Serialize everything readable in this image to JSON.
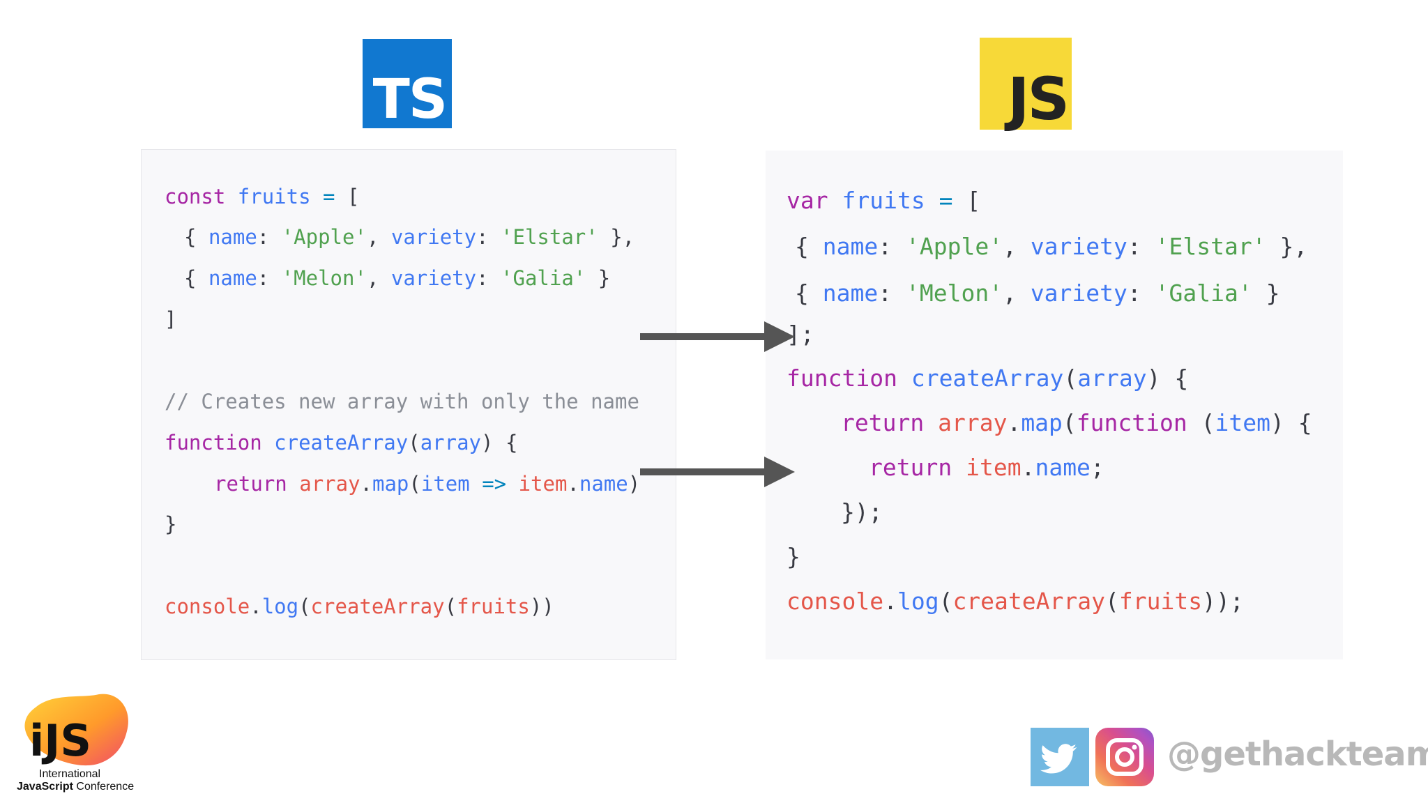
{
  "logos": {
    "ts": "TS",
    "js": "JS",
    "conference_line1": "International",
    "conference_line2_bold": "JavaScript",
    "conference_line2_rest": " Conference",
    "conference_mark": "iJS"
  },
  "social": {
    "handle": "@gethackteam",
    "icons": [
      "twitter-icon",
      "instagram-icon"
    ]
  },
  "colors": {
    "ts_blue": "#1178d0",
    "js_yellow": "#f7d938",
    "keyword": "#a626a4",
    "identifier": "#4078f2",
    "string": "#50a14f",
    "variable": "#e45649",
    "comment": "#8a8e96",
    "arrow": "#555555"
  },
  "ts_code": {
    "l1": {
      "kw": "const",
      "id": "fruits",
      "op": "=",
      "p": "["
    },
    "l2": {
      "o": "{",
      "k1": "name",
      "c1": ":",
      "s1": "'Apple'",
      "cm": ",",
      "k2": "variety",
      "c2": ":",
      "s2": "'Elstar'",
      "e": "},"
    },
    "l3": {
      "o": "{",
      "k1": "name",
      "c1": ":",
      "s1": "'Melon'",
      "cm": ",",
      "k2": "variety",
      "c2": ":",
      "s2": "'Galia'",
      "e": "}"
    },
    "l4": {
      "p": "]"
    },
    "l5": {
      "comment": "// Creates new array with only the name"
    },
    "l6": {
      "kw": "function",
      "fn": "createArray",
      "po": "(",
      "arg": "array",
      "pc": ")",
      "b": "{"
    },
    "l7": {
      "kw": "return",
      "v": "array",
      "dot": ".",
      "m": "map",
      "po": "(",
      "a": "item",
      "op": "=>",
      "v2": "item",
      "dot2": ".",
      "prop": "name",
      "pc": ")"
    },
    "l8": {
      "p": "}"
    },
    "l9": {
      "v": "console",
      "dot": ".",
      "m": "log",
      "po": "(",
      "fn": "createArray",
      "po2": "(",
      "arg": "fruits",
      "pc": "))"
    }
  },
  "js_code": {
    "l1": {
      "kw": "var",
      "id": "fruits",
      "op": "=",
      "p": "["
    },
    "l2": {
      "o": "{",
      "k1": "name",
      "c1": ":",
      "s1": "'Apple'",
      "cm": ",",
      "k2": "variety",
      "c2": ":",
      "s2": "'Elstar'",
      "e": "},"
    },
    "l3": {
      "o": "{",
      "k1": "name",
      "c1": ":",
      "s1": "'Melon'",
      "cm": ",",
      "k2": "variety",
      "c2": ":",
      "s2": "'Galia'",
      "e": "}"
    },
    "l4": {
      "p": "];"
    },
    "l5": {
      "kw": "function",
      "fn": "createArray",
      "po": "(",
      "arg": "array",
      "pc": ")",
      "b": "{"
    },
    "l6": {
      "kw": "return",
      "v": "array",
      "dot": ".",
      "m": "map",
      "po": "(",
      "kw2": "function",
      "po2": "(",
      "a": "item",
      "pc": ")",
      "b": "{"
    },
    "l7": {
      "kw": "return",
      "v": "item",
      "dot": ".",
      "prop": "name",
      "sc": ";"
    },
    "l8": {
      "p": "});"
    },
    "l9": {
      "p": "}"
    },
    "l10": {
      "v": "console",
      "dot": ".",
      "m": "log",
      "po": "(",
      "fn": "createArray",
      "po2": "(",
      "arg": "fruits",
      "pc": "));"
    }
  }
}
